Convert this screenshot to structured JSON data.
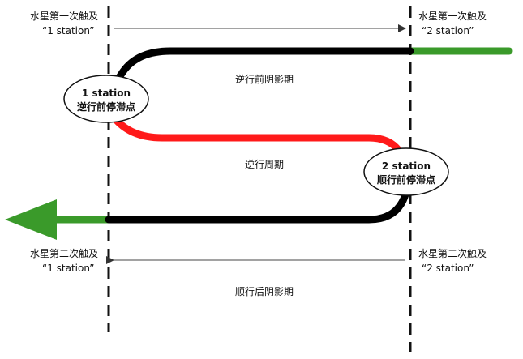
{
  "labels": {
    "first_contact_1_line1": "水星第一次触及",
    "first_contact_1_line2": "“1 station”",
    "first_contact_2_line1": "水星第一次触及",
    "first_contact_2_line2": "“2 station”",
    "second_contact_1_line1": "水星第二次触及",
    "second_contact_1_line2": "“1 station”",
    "second_contact_2_line1": "水星第二次触及",
    "second_contact_2_line2": "“2 station”",
    "pre_shadow": "逆行前阴影期",
    "retrograde_period": "逆行周期",
    "post_shadow": "顺行后阴影期"
  },
  "nodes": {
    "station1_line1": "1 station",
    "station1_line2": "逆行前停滞点",
    "station2_line1": "2 station",
    "station2_line2": "顺行前停滞点"
  },
  "colors": {
    "direct_path": "#000000",
    "retrograde_path": "#ff1a1a",
    "outside_path": "#3a9a2a"
  }
}
